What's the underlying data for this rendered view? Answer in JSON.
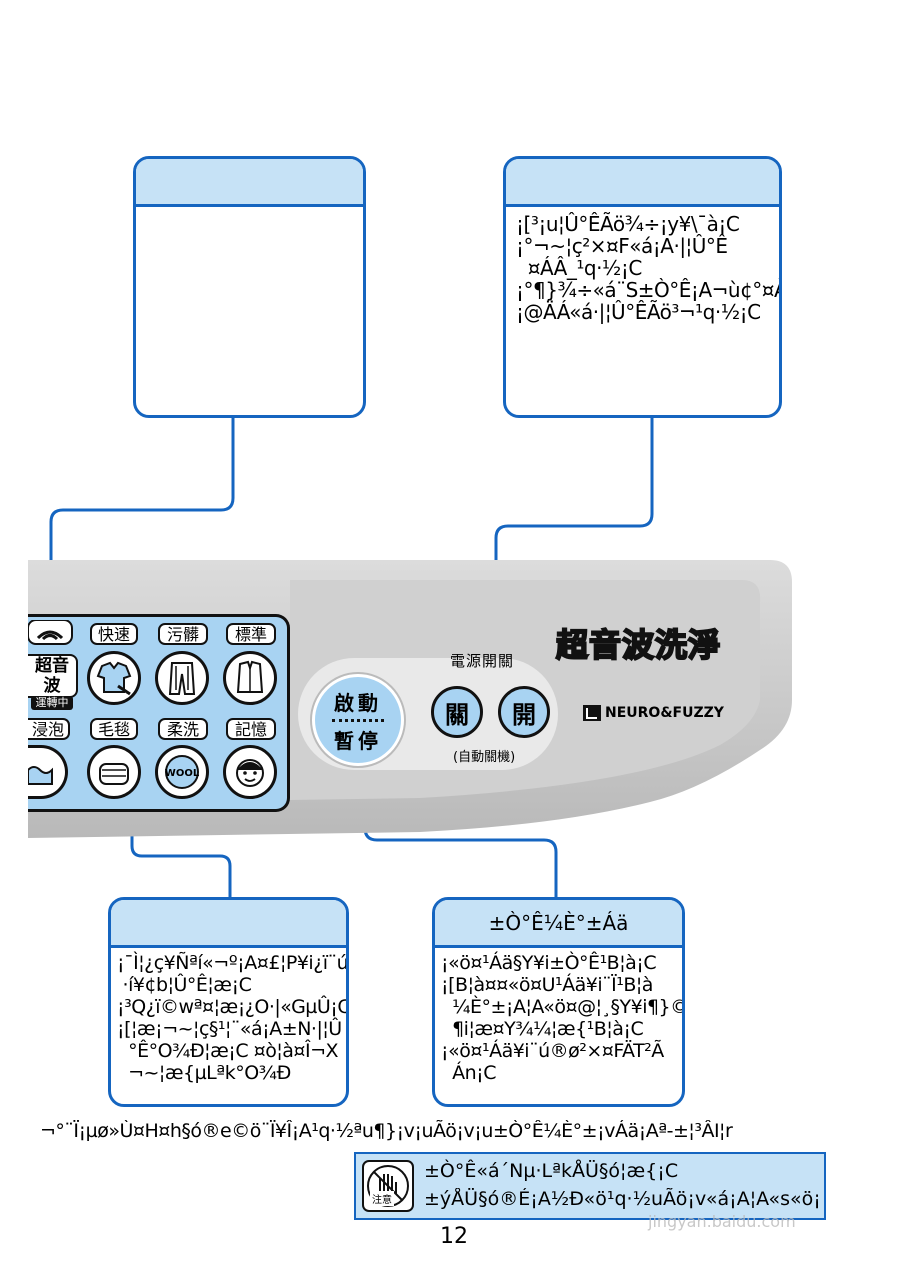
{
  "callouts": {
    "top_left": {
      "title": "",
      "body": ""
    },
    "top_right": {
      "title": "",
      "body": "¡[³¡u¦Û°ÊÃö¾÷¡y¥\\¯à¡C\n¡°¬~¦ç²×¤F«á¡A·|¦Û°Ê\n  ¤ÁÂ_¹q·½¡C\n¡°¶}¾÷«á¨S±Ò°Ê¡A¬ù¢°¤À\n¡@ÄÁ«á·|¦Û°ÊÃö³¬¹q·½¡C"
    },
    "bottom_left": {
      "title": "",
      "body": "¡¯Ì¦¿ç¥Ñªí«¬º¡A¤£¦P¥i¿ï¨ú¾Á\n ·í¥¢b¦Û°Ê¦æ¡C\n¡³Q¿ï©wª¤¦æ¡¿O·|«GµÛ¡C\n¡[¦æ¡¬~¦ç§¹¦¨«á¡A±N·|¦Û\n  °Ê°O¾Ð¦æ¡C ¤ò¦à¤Î¬X\n  ¬~¦æ{µLª­k°O¾Ð"
    },
    "bottom_right": {
      "title": "±Ò°Ê¼È°±Áä",
      "body": "¡«ö¤¹Áä§Y¥i±Ò°Ê¹B¦à¡C\n¡[B¦à¤¤«ö¤U¹Áä¥i¨Ï¹B¦à\n  ¼È°±¡A¦A«ö¤@¦¸§Y¥i¶}©\n  ¶i¦æ¤Y¾¼¦æ{¹B¦à¡C\n¡«ö¤¹Áä¥i¨ú®ø²×¤FÄT²Ã\n  Án¡C"
    }
  },
  "panel": {
    "buttons_top": [
      "快速",
      "污髒",
      "標準"
    ],
    "buttons_bottom": [
      "毛毯",
      "柔洗",
      "記憶"
    ],
    "left_partial_top": "",
    "left_partial_bottom": "浸泡",
    "indicator_title": "超音波",
    "indicator_sub": "運轉中",
    "wool_label": "WOOL",
    "start_top": "啟動",
    "start_bottom": "暫停",
    "power_title": "電源開關",
    "power_off": "關",
    "power_on": "開",
    "auto_off": "(自動關機)",
    "brand_title": "超音波洗淨",
    "brand_logo": "NEURO&FUZZY"
  },
  "footer_line": "¬°¨Ï¡µø»Ù¤H¤h§ó®e©ö¨Ï¥Î¡A¹q·½ªu¶}¡v¡uÃö¡v¡u±Ò°Ê¼È°±¡vÁä¡Aª­-±¦³ÂI¦r",
  "note": {
    "label": "注意",
    "line1": "±Ò°Ê«á´Nµ·LªkÅÜ§ó¦æ{¡C",
    "line2": "±ýÅÜ§ó®É¡A½Ð«ö¹q·½uÃö¡v«á¡A¦A«s«ö¡u"
  },
  "page_number": "12",
  "watermark": "jingyan.baidu.com",
  "colors": {
    "accent": "#1565c0",
    "light_blue": "#c6e2f6",
    "button_blue": "#a8d3f2"
  }
}
